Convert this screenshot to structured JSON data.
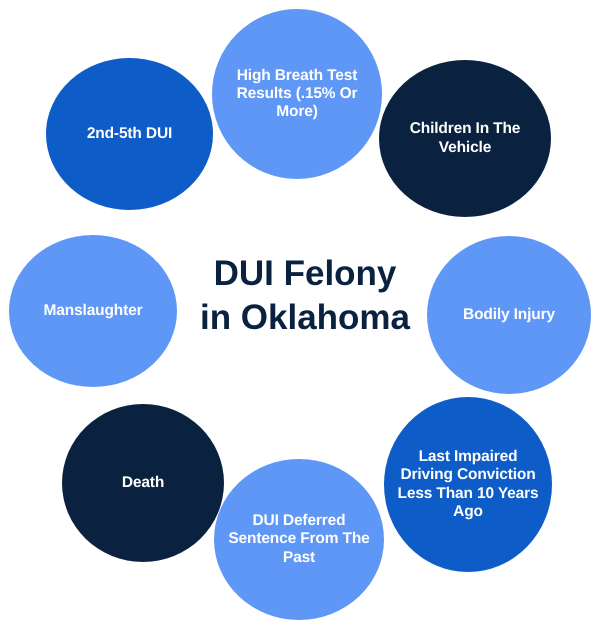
{
  "title": {
    "line1": "DUI Felony",
    "line2": "in Oklahoma",
    "color": "#0a2240"
  },
  "palette": {
    "background": "#ffffff",
    "light_blue": "#5e97f6",
    "medium_blue": "#0d5cc8",
    "dark_navy": "#0a2240",
    "label_text": "#ffffff"
  },
  "nodes": [
    {
      "label": "2nd-5th DUI",
      "color": "#0d5cc8",
      "position": "top-left"
    },
    {
      "label": "High Breath Test Results (.15% Or More)",
      "color": "#5e97f6",
      "position": "top-center"
    },
    {
      "label": "Children In The Vehicle",
      "color": "#0a2240",
      "position": "top-right"
    },
    {
      "label": "Bodily Injury",
      "color": "#5e97f6",
      "position": "right"
    },
    {
      "label": "Last Impaired Driving Conviction Less Than 10 Years Ago",
      "color": "#0d5cc8",
      "position": "bottom-right"
    },
    {
      "label": "DUI Deferred Sentence From The Past",
      "color": "#5e97f6",
      "position": "bottom-center"
    },
    {
      "label": "Death",
      "color": "#0a2240",
      "position": "bottom-left"
    },
    {
      "label": "Manslaughter",
      "color": "#5e97f6",
      "position": "left"
    }
  ]
}
